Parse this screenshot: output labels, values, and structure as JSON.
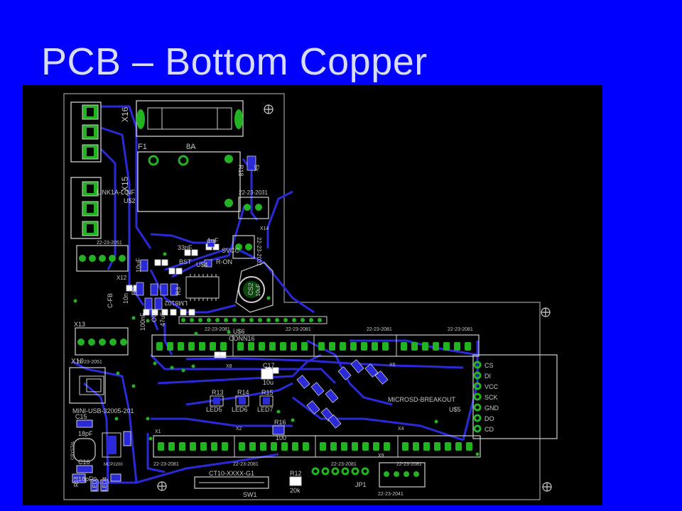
{
  "slide": {
    "title": "PCB – Bottom Copper"
  },
  "colors": {
    "background": "#0000ff",
    "board": "#000000",
    "trace": "#2222cc",
    "pad": "#22b222",
    "silk": "#c8c8c8"
  },
  "labels": {
    "x16": "X16",
    "f1": "F1",
    "f1_value": "8A",
    "x15": "X15",
    "nc1": "LINK1A-LQ",
    "nc2": "NF",
    "us2": "U$2",
    "r18": "R18",
    "r18b": "5k",
    "conn_2031": "22-23-2031",
    "x14": "X14",
    "conn_2031_b": "22-23-2031",
    "conn_2051_top": "22-23-2051",
    "x12": "X12",
    "c_1uf": "1uF",
    "c_33nf": "33nF",
    "bst": "BST",
    "u_ic": "U$4",
    "svcc": "SVCC",
    "r_on": "R-ON",
    "c_10uf": "10uF",
    "c_fb": "C-FB",
    "c_10n": "10n",
    "lm": "LM8102",
    "c_100nf": "100nF",
    "c_47uf": "47uF",
    "out": "OUT",
    "c_r2": "R2",
    "c_r3": "R3",
    "cs2": "CS2",
    "cs2_val": "10uF",
    "x13": "X13",
    "conn_2051": "22-23-2051",
    "us6": "U$6",
    "conn16": "CONN16",
    "conn_2081_a": "22-23-2081",
    "conn_2081_b": "22-23-2081",
    "conn_2081_c": "22-23-2081",
    "conn_2081_d": "22-23-2081",
    "x8": "X8",
    "x6": "X6",
    "x10": "X10",
    "c17": "C17",
    "c17_val": "10u",
    "usb": "MINI-USB-32005-201",
    "r13": "R13",
    "r14": "R14",
    "r15": "R15",
    "led5": "LED5",
    "led6": "LED6",
    "led7": "LED7",
    "r16": "R16",
    "r16_val": "100",
    "sd_cs": "CS",
    "sd_di": "DI",
    "sd_vcc": "VCC",
    "sd_sck": "SCK",
    "sd_gnd": "GND",
    "sd_do": "DO",
    "sd_cd": "CD",
    "microsd": "MICROSD-BREAKOUT",
    "us5": "U$5",
    "c15": "C15",
    "c15_val": "18pF",
    "c16": "C16",
    "c16_val": "18pF",
    "crystal": "CRYSTAL",
    "mcp": "MCP2200",
    "x1": "X1",
    "x2": "X2",
    "x4": "X4",
    "x9": "X9",
    "conn_bot_a": "22-23-2081",
    "conn_bot_b": "22-23-2081",
    "conn_bot_c": "22-23-2081",
    "conn_bot_d": "22-23-2081",
    "ct10": "CT10-XXXX-G1",
    "sw1": "SW1",
    "r12": "R12",
    "r12_val": "20k",
    "jp1": "JP1",
    "conn_2041": "22-23-2041",
    "led_r": "R18",
    "led3": "LED3",
    "led4": "LED4"
  }
}
